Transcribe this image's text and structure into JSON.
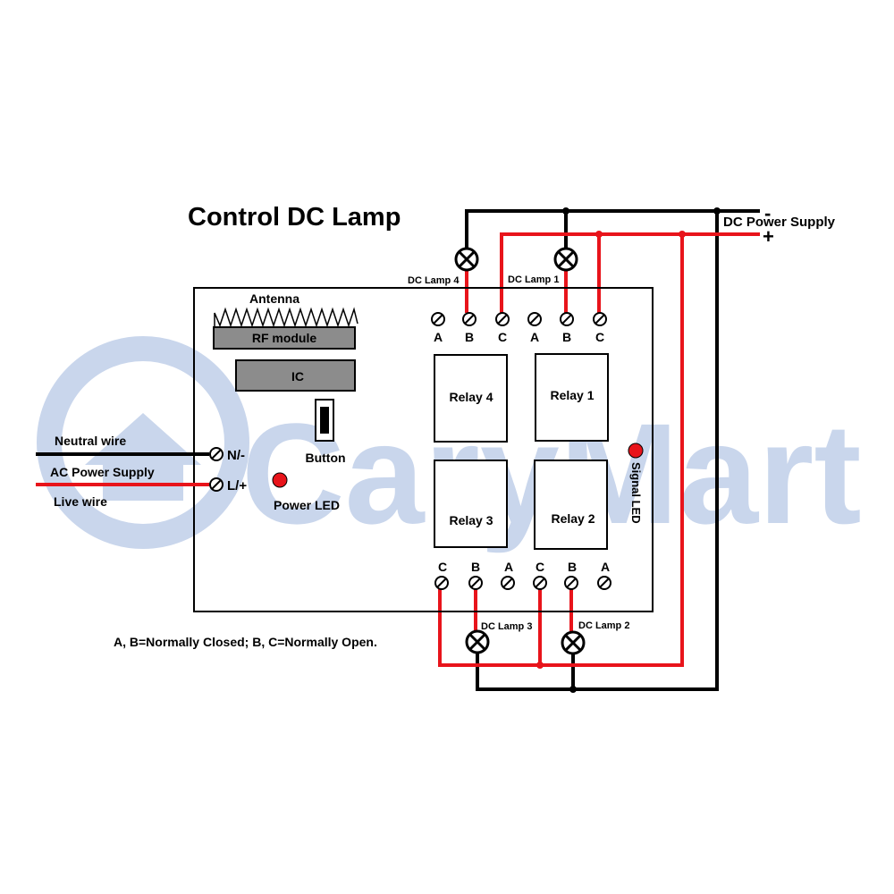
{
  "title": "Control DC Lamp",
  "watermark": "CaryMart",
  "power_supply": {
    "label": "DC Power Supply",
    "minus": "-",
    "plus": "+"
  },
  "ac": {
    "neutral_label": "Neutral wire",
    "ac_label": "AC Power Supply",
    "live_label": "Live wire",
    "n_terminal": "N/-",
    "l_terminal": "L/+"
  },
  "board": {
    "antenna": "Antenna",
    "rf_module": "RF module",
    "ic": "IC",
    "button": "Button",
    "power_led": "Power LED",
    "signal_led": "Signal LED"
  },
  "relays": [
    "Relay 4",
    "Relay 1",
    "Relay 3",
    "Relay 2"
  ],
  "top_terminals": [
    "A",
    "B",
    "C",
    "A",
    "B",
    "C"
  ],
  "bottom_terminals": [
    "C",
    "B",
    "A",
    "C",
    "B",
    "A"
  ],
  "lamps": [
    "DC Lamp 4",
    "DC Lamp 1",
    "DC Lamp 3",
    "DC Lamp 2"
  ],
  "note": "A, B=Normally Closed; B, C=Normally Open.",
  "colors": {
    "wire_red": "#e8141b",
    "wire_black": "#000000",
    "led_red": "#e8141b",
    "module_gray": "#8c8c8c",
    "watermark": "#c9d6ec"
  }
}
